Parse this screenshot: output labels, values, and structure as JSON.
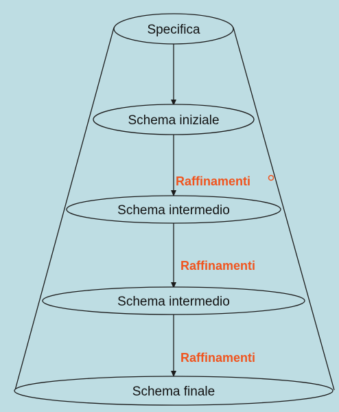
{
  "colors": {
    "background": "#bedde3",
    "stroke": "#1a1a1a",
    "node_fill": "#bedde3",
    "accent": "#f0541e"
  },
  "nodes": [
    {
      "label": "Specifica"
    },
    {
      "label": "Schema iniziale"
    },
    {
      "label": "Schema intermedio"
    },
    {
      "label": "Schema intermedio"
    },
    {
      "label": "Schema finale"
    }
  ],
  "edge_labels": [
    {
      "label": "Raffinamenti"
    },
    {
      "label": "Raffinamenti"
    },
    {
      "label": "Raffinamenti"
    }
  ]
}
